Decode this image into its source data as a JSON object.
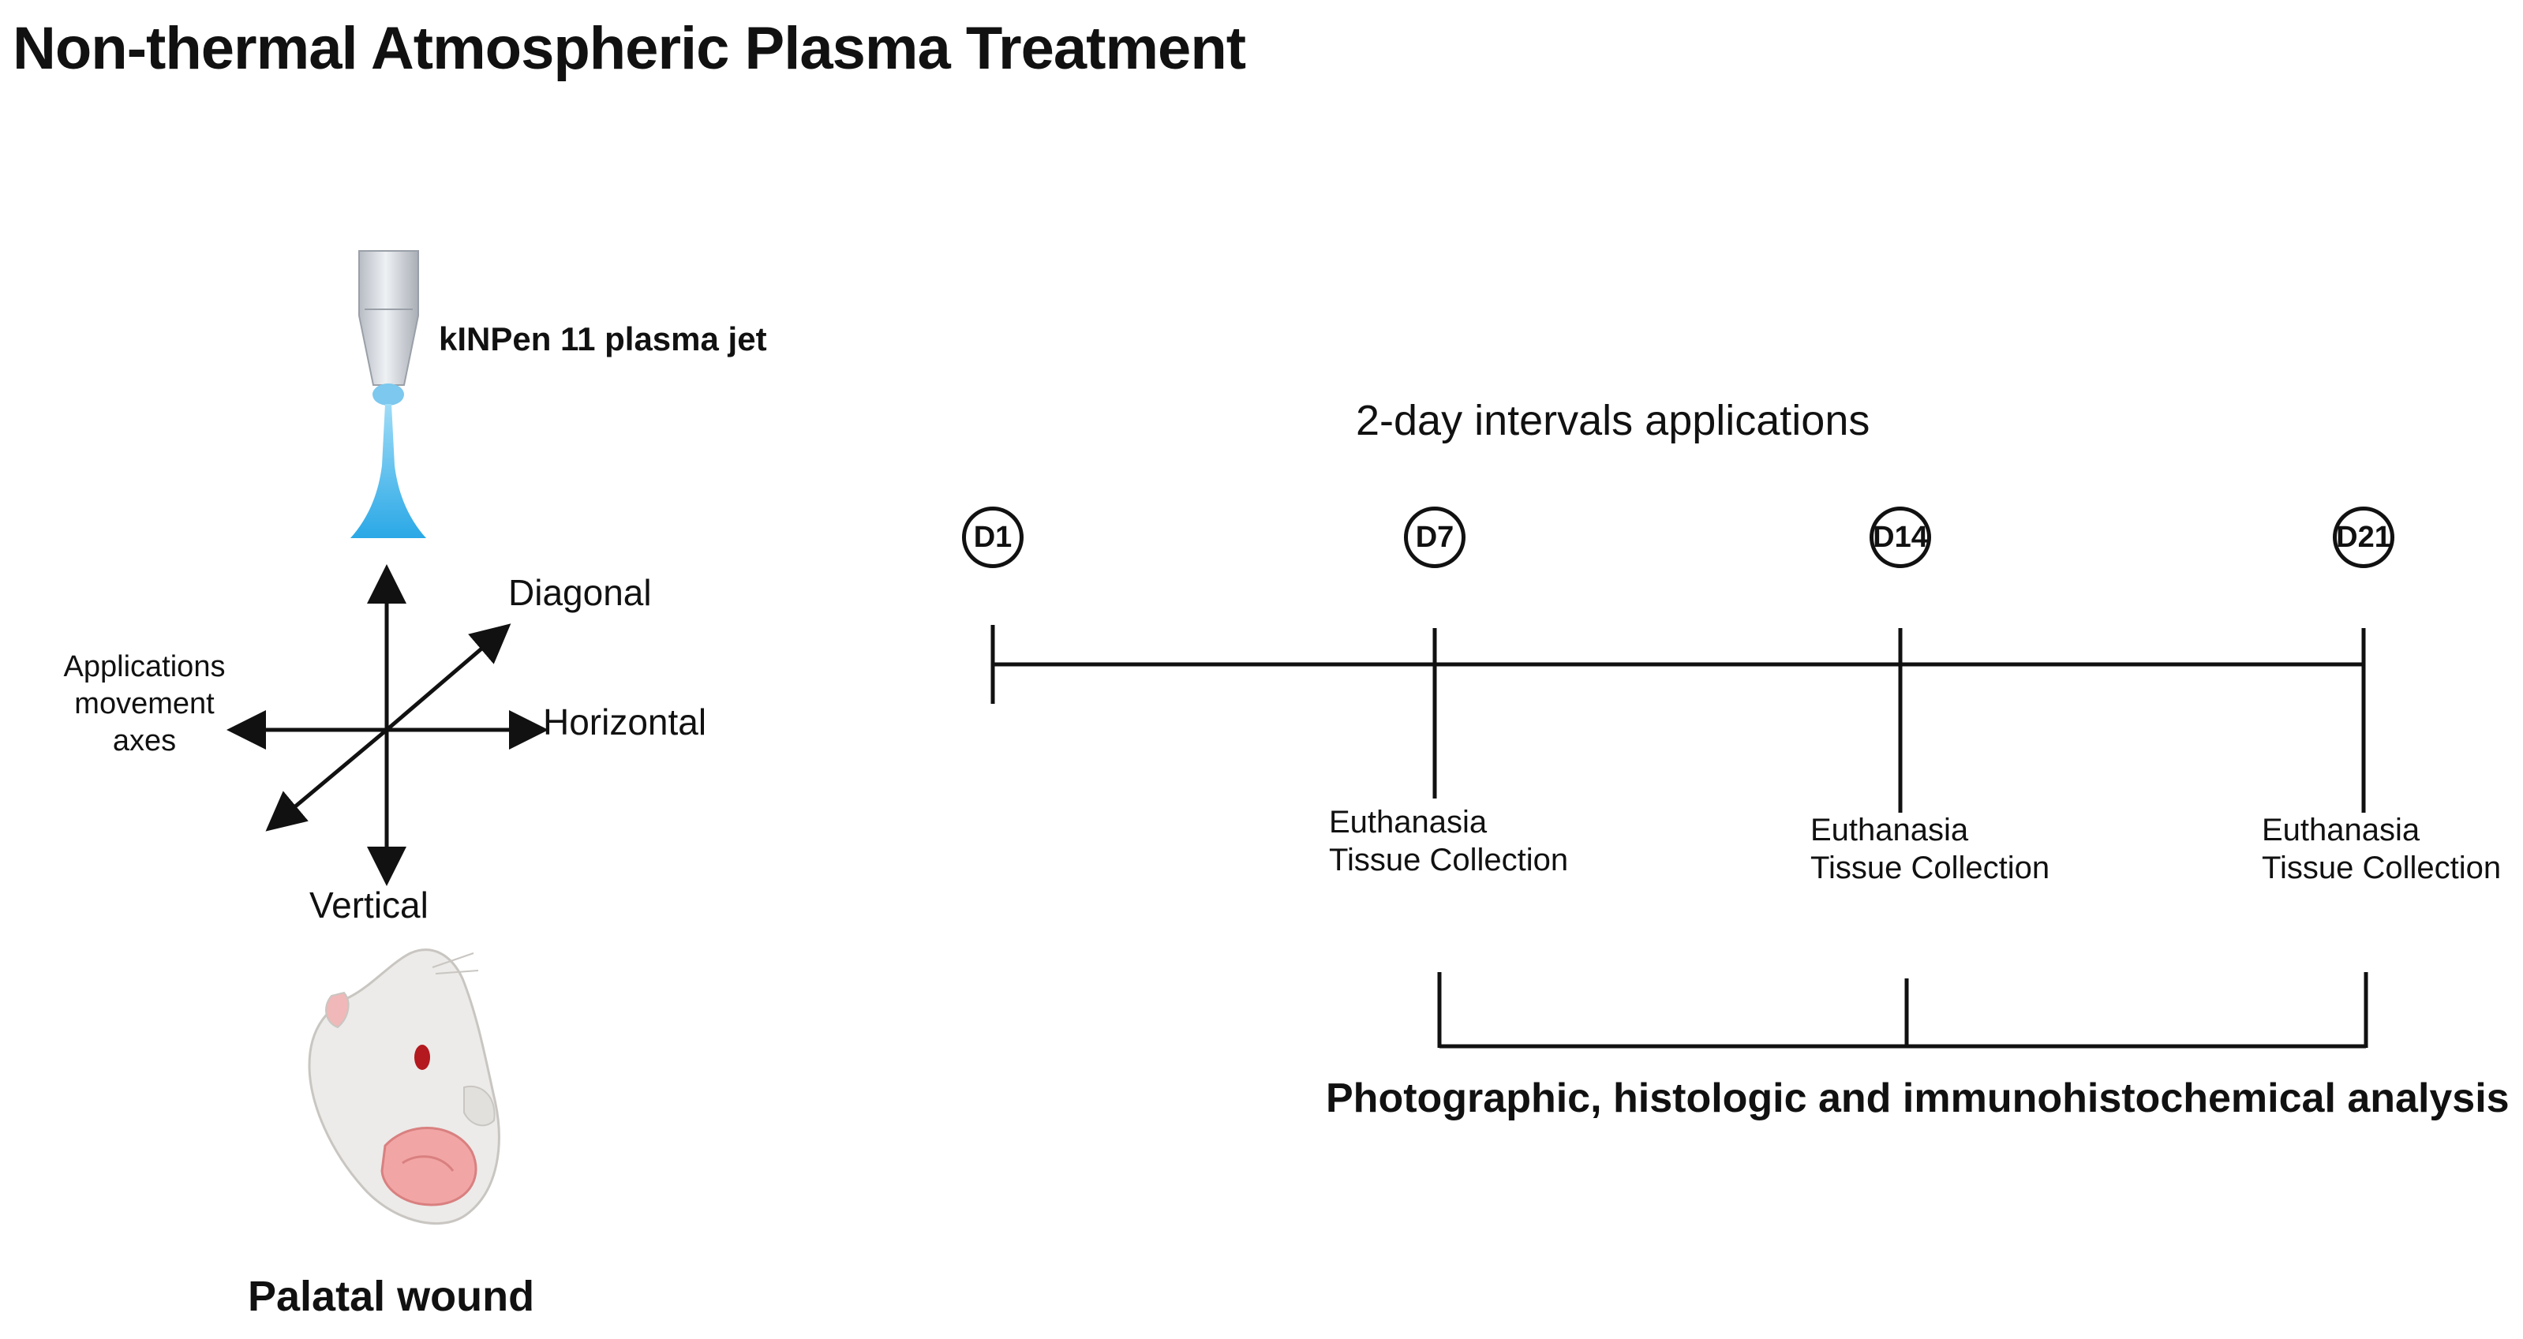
{
  "title": "Non-thermal Atmospheric Plasma Treatment",
  "device": {
    "label": "kINPen 11 plasma jet",
    "icon": "plasma-jet-icon",
    "plasma_color": "#2aa8e6"
  },
  "axes": {
    "group_label": "Applications movement axes",
    "diagonal": "Diagonal",
    "horizontal": "Horizontal",
    "vertical": "Vertical"
  },
  "subject": {
    "icon": "rat-head-icon",
    "label": "Palatal wound"
  },
  "timeline": {
    "interval_label": "2-day intervals applications",
    "days": [
      {
        "label": "D1",
        "event": []
      },
      {
        "label": "D7",
        "event": [
          "Euthanasia",
          "Tissue Collection"
        ]
      },
      {
        "label": "D14",
        "event": [
          "Euthanasia",
          "Tissue Collection"
        ]
      },
      {
        "label": "D21",
        "event": [
          "Euthanasia",
          "Tissue Collection"
        ]
      }
    ],
    "analysis_label": "Photographic, histologic and immunohistochemical analysis"
  }
}
